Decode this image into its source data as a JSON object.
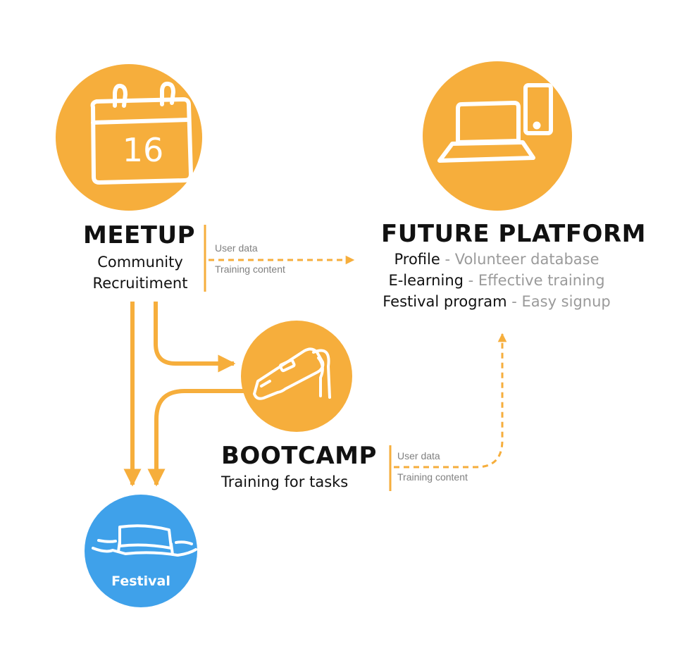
{
  "colors": {
    "orange": "#f6ae3c",
    "blue": "#3fa1ea",
    "text": "#111111",
    "muted": "#9a9a9a",
    "white": "#ffffff"
  },
  "meetup": {
    "title": "MEETUP",
    "lines": [
      "Community",
      "Recruitiment"
    ],
    "icon": "calendar-icon",
    "calendar_day": "16"
  },
  "future_platform": {
    "title": "FUTURE PLATFORM",
    "icon": "laptop-phone-icon",
    "features": [
      {
        "name": "Profile",
        "separator": " - ",
        "benefit": "Volunteer database"
      },
      {
        "name": "E-learning",
        "separator": " - ",
        "benefit": "Effective training"
      },
      {
        "name": "Festival program",
        "separator": " - ",
        "benefit": "Easy signup"
      }
    ]
  },
  "bootcamp": {
    "title": "BOOTCAMP",
    "subtitle": "Training for tasks",
    "icon": "whistle-icon"
  },
  "festival": {
    "label": "Festival",
    "icon": "festival-stage-icon"
  },
  "flows": {
    "meetup_to_platform": [
      "User data",
      "Training content"
    ],
    "bootcamp_to_platform": [
      "User data",
      "Training content"
    ]
  }
}
